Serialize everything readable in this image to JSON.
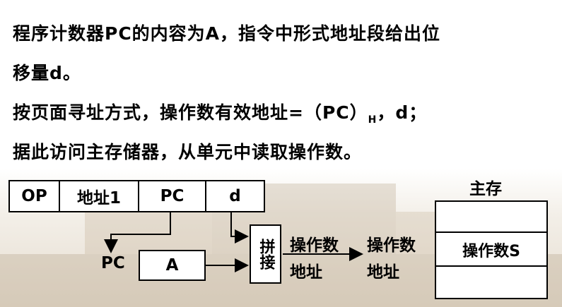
{
  "text": {
    "line1": "程序计数器PC的内容为A，指令中形式地址段给出位",
    "line2": "移量d。",
    "line3_main": "按页面寻址方式，操作数有效地址=（PC）",
    "line3_sub": "H",
    "line3_tail": "，d；",
    "line4": "据此访问主存储器，从单元中读取操作数。"
  },
  "instruction": {
    "fields": [
      "OP",
      "地址1",
      "PC",
      "d"
    ]
  },
  "pc_label": "PC",
  "register_a": "A",
  "concat_label": "拼接",
  "operand_address_left": {
    "line1": "操作数",
    "line2": "地址"
  },
  "operand_address_right": {
    "line1": "操作数",
    "line2": "地址"
  },
  "memory": {
    "title": "主存",
    "cells": [
      "",
      "操作数S",
      ""
    ]
  }
}
